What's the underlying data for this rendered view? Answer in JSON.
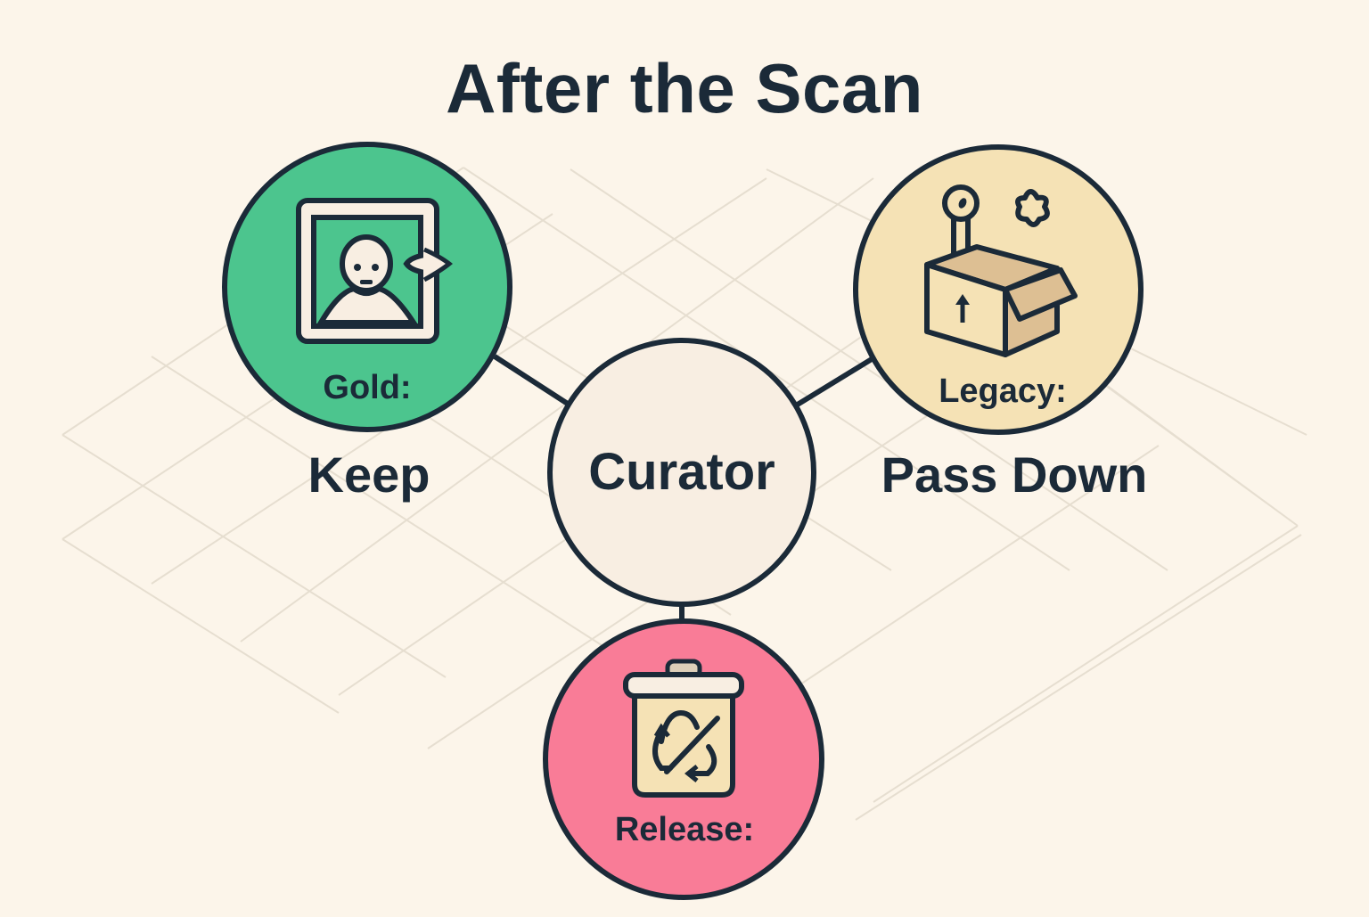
{
  "title": "After the Scan",
  "colors": {
    "background": "#FCF5EA",
    "grid": "#E6DED0",
    "stroke": "#1B2A38",
    "gold_fill": "#4CC58E",
    "legacy_fill": "#F5E2B5",
    "curator_fill": "#F8EEE2",
    "release_fill": "#F97C97",
    "box_fill": "#DDBF93",
    "bin_fill": "#F5E2B5",
    "light_fill": "#F8EEE2"
  },
  "center_node": {
    "label": "Curator"
  },
  "nodes": [
    {
      "id": "gold",
      "inner_label": "Gold:",
      "outer_label": "Keep",
      "icon": "framed-portrait-icon"
    },
    {
      "id": "legacy",
      "inner_label": "Legacy:",
      "outer_label": "Pass Down",
      "icon": "key-box-flower-icon"
    },
    {
      "id": "release",
      "inner_label": "Release:",
      "outer_label": "",
      "icon": "recycle-bin-icon"
    }
  ]
}
